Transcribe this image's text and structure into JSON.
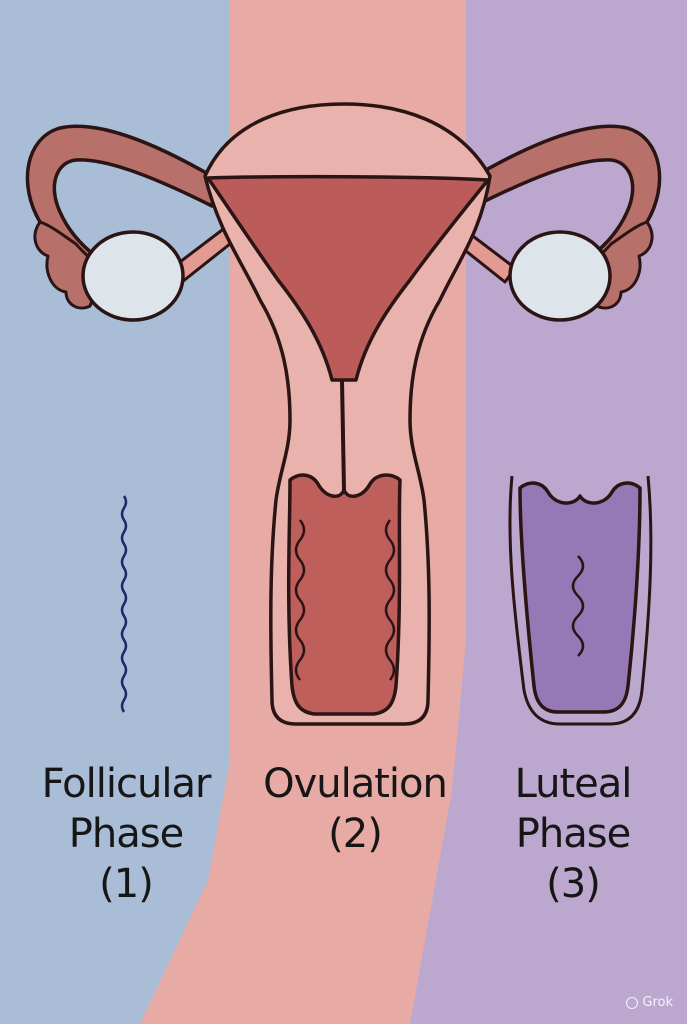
{
  "phases": [
    {
      "name_line1": "Follicular",
      "name_line2": "Phase",
      "number": "(1)",
      "background_color": "#a9bdd6"
    },
    {
      "name_line1": "Ovulation",
      "name_line2": "",
      "number": "(2)",
      "background_color": "#e7aaa5"
    },
    {
      "name_line1": "Luteal",
      "name_line2": "Phase",
      "number": "(3)",
      "background_color": "#bca8cf"
    }
  ],
  "colors": {
    "outline": "#2a1414",
    "uterus_body": "#eab2ad",
    "uterine_cavity": "#bb5b5a",
    "tube": "#b8706b",
    "ovary": "#dde5ea",
    "cervix_ovulation": "#bf5f5c",
    "cervix_luteal": "#9578b6",
    "follicular_line": "#1d2a6b"
  },
  "watermark": {
    "icon": "grok-logo-icon",
    "text": "Grok"
  }
}
